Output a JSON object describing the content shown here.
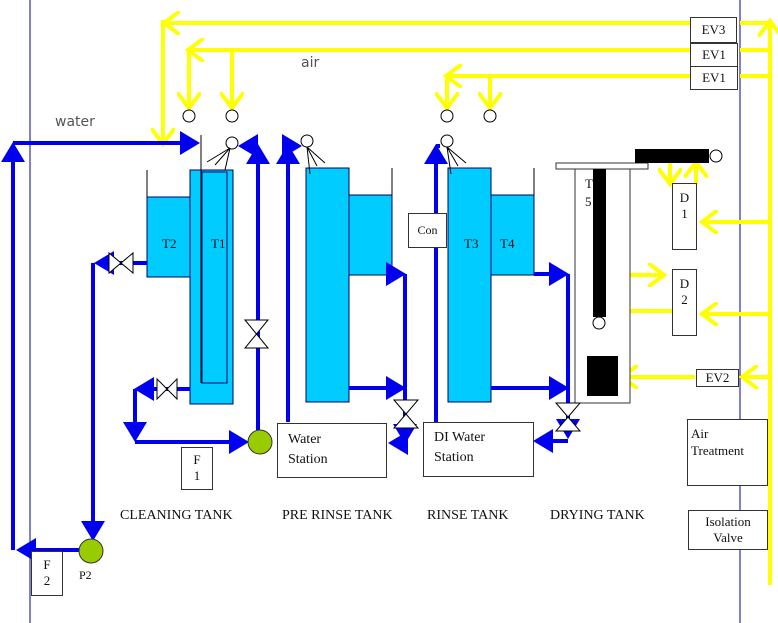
{
  "diagram": {
    "title": "Cleaning line process flow",
    "flow_labels": {
      "water": "water",
      "air": "air"
    },
    "valves": {
      "ev3": "EV3",
      "ev1_top": "EV1",
      "ev1_bottom": "EV1",
      "ev2": "EV2"
    },
    "tanks": {
      "t1": "T1",
      "t2": "T2",
      "t3": "T3",
      "t4": "T4",
      "t5_line1": "T",
      "t5_line2": "5"
    },
    "stations": {
      "water_station": [
        "Water",
        "Station"
      ],
      "di_water_station": [
        "DI Water",
        "Station"
      ]
    },
    "components": {
      "con": "Con",
      "f1": [
        "F",
        "1"
      ],
      "f2": [
        "F",
        "2"
      ],
      "p2": "P2",
      "d1": [
        "D",
        "1"
      ],
      "d2": [
        "D",
        "2"
      ],
      "air_treatment": [
        "Air",
        "Treatment"
      ],
      "isolation_valve": [
        "Isolation",
        "Valve"
      ]
    },
    "captions": [
      "CLEANING TANK",
      "PRE RINSE TANK",
      "RINSE TANK",
      "DRYING TANK"
    ],
    "colors": {
      "water_line": "#0000ee",
      "air_line": "#ffff00",
      "tank_fill": "#00ccff",
      "pump": "#99cc00",
      "frame_line": "#000099"
    }
  }
}
